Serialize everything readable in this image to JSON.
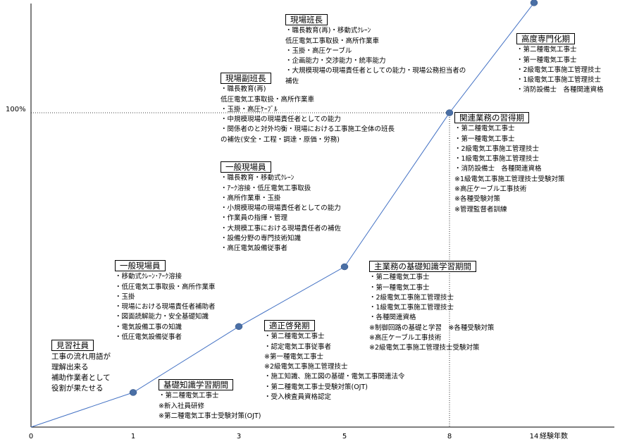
{
  "chart_data": {
    "type": "line",
    "x": [
      0,
      1,
      3,
      5,
      8,
      14
    ],
    "y": [
      0,
      11,
      32,
      51,
      100,
      135
    ],
    "x_ticks": [
      "0",
      "1",
      "3",
      "5",
      "8",
      "14"
    ],
    "xlabel": "経験年数",
    "reference_level": "100%",
    "series_color": "#4472c4",
    "marker_color": "#4a6fa5",
    "annotations": [
      {
        "id": "b0",
        "title": "見習社員",
        "lines": [
          "工事の流れ用語が",
          "理解出来る",
          "補助作業者として",
          "役割が果たせる"
        ],
        "plain_lines": true
      },
      {
        "id": "b1",
        "title": "基礎知識学習期間",
        "lines": [
          "・第二種電気工事士",
          "※新入社員研修",
          "※第二種電気工事士受験対策(OJT)"
        ]
      },
      {
        "id": "b2",
        "title": "一般現場員",
        "lines": [
          "・移動式ｸﾚｰﾝ･ｱｰｸ溶接",
          "・低圧電気工事取扱・高所作業車",
          "・玉掛",
          "・現場における現場責任者補助者",
          "・図面読解能力・安全基礎知識",
          "・電気設備工事の知識",
          "・低圧電気設備従事者"
        ]
      },
      {
        "id": "b3",
        "title": "適正啓発期",
        "lines": [
          "・第二種電気工事士",
          "・認定電気工事従事者",
          "※第一種電気工事士",
          "※2級電気工事施工管理技士",
          "・施工知識、施工図の基礎・電気工事関連法令",
          "・第二種電気工事士受験対策(OJT)",
          "・受入検査員資格認定"
        ]
      },
      {
        "id": "b4",
        "title": "一般現場員",
        "lines": [
          "・職長教育・移動式ｸﾚｰﾝ",
          "・ｱｰｸ溶接・低圧電気工事取扱",
          "・高所作業車・玉掛",
          "・小規模現場の現場責任者としての能力",
          "・作業員の指揮・管理",
          "・大規模工事における現場責任者の補佐",
          "・設備分野の専門技術知識",
          "・高圧電気設備従事者"
        ]
      },
      {
        "id": "b5",
        "title": "主業務の基礎知識学習期間",
        "lines": [
          "・第二種電気工事士",
          "・第一種電気工事士",
          "・2級電気工事施工管理技士",
          "・1級電気工事施工管理技士",
          "・各種関連資格",
          "※制御回路の基礎と学習　※各種受験対策",
          "※高圧ケーブル工事技術",
          "※2級電気工事施工管理技士受験対策"
        ]
      },
      {
        "id": "b6",
        "title": "現場副班長",
        "lines": [
          "・職長教育(再)",
          "低圧電気工事取扱・高所作業車",
          "・玉掛・高圧ｹｰﾌﾞﾙ",
          "・中規模現場の現場責任者としての能力",
          "・関係者のと対外均衡・現場における工事施工全体の班長",
          "の補佐(安全・工程・調達・原価・労務)"
        ]
      },
      {
        "id": "b7",
        "title": "関連業務の習得期",
        "lines": [
          "・第二種電気工事士",
          "・第一種電気工事士",
          "・2級電気工事施工管理技士",
          "・1級電気工事施工管理技士",
          "・消防設備士　各種関連資格",
          "※1級電気工事施工管理技士受験対策",
          "※高圧ケーブル工事技術",
          "※各種受験対策",
          "※管理監督者訓練"
        ]
      },
      {
        "id": "b8",
        "title": "現場班長",
        "lines": [
          "・職長教育(再)・移動式ｸﾚｰﾝ",
          "低圧電気工事取扱・高所作業車",
          "・玉掛・高圧ケーブル",
          "・企画能力・交渉能力・統率能力",
          "・大規模現場の現場責任者としての能力・現場公務担当者の",
          "補佐"
        ]
      },
      {
        "id": "b9",
        "title": "高度専門化期",
        "lines": [
          "・第二種電気工事士",
          "・第一種電気工事士",
          "・2級電気工事施工管理技士",
          "・1級電気工事施工管理技士",
          "・消防設備士　各種関連資格"
        ]
      }
    ]
  }
}
